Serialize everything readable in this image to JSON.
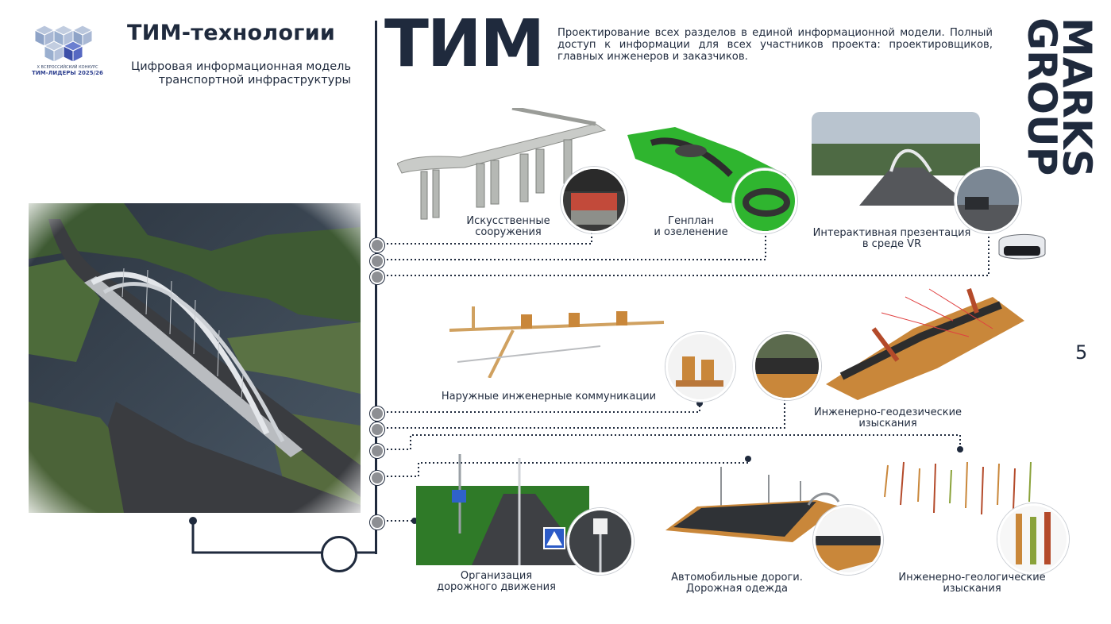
{
  "contest": {
    "line1": "X ВСЕРОССИЙСКИЙ КОНКУРС",
    "line2": "ТИМ-ЛИДЕРЫ 2025/26"
  },
  "header": {
    "title": "ТИМ-технологии",
    "subtitle_line1": "Цифровая информационная модель",
    "subtitle_line2": "транспортной инфраструктуры",
    "big_word": "ТИМ",
    "description": "Проектирование всех разделов в единой информационной модели. Полный доступ к информации для всех участников проекта: проектировщиков, главных инженеров и заказчиков."
  },
  "brand": {
    "line1": "MARKS",
    "line2": "GROUP"
  },
  "page_number": "5",
  "sections": {
    "artificial": "Искусственные сооружения",
    "artificial_l1": "Искусственные",
    "artificial_l2": "сооружения",
    "genplan_l1": "Генплан",
    "genplan_l2": "и озеленение",
    "vr_l1": "Интерактивная презентация",
    "vr_l2": "в среде VR",
    "utilities": "Наружные инженерные коммуникации",
    "geodesy_l1": "Инженерно-геодезические",
    "geodesy_l2": "изыскания",
    "traffic_l1": "Организация",
    "traffic_l2": "дорожного движения",
    "roads_l1": "Автомобильные дороги.",
    "roads_l2": "Дорожная одежда",
    "geology_l1": "Инженерно-геологические",
    "geology_l2": "изыскания"
  },
  "colors": {
    "navy": "#1f2a3d",
    "node_gray": "#8d8f93",
    "green_model": "#2fb52f",
    "orange_model": "#c9873a",
    "logo_blue": "#3c4fa8"
  }
}
